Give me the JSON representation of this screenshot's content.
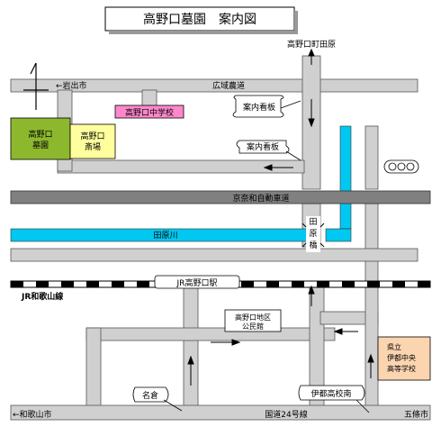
{
  "title": "高野口墓園　案内図",
  "labels": {
    "top_place": "高野口町田原",
    "iwade": "←岩出市",
    "koiki_road": "広域農道",
    "school": "高野口中学校",
    "sign1": "案内看板",
    "sign2": "案内看板",
    "cemetery_line1": "高野口",
    "cemetery_line2": "墓園",
    "crematorium_line1": "高野口",
    "crematorium_line2": "斎場",
    "expressway": "京奈和自動車道",
    "river": "田原川",
    "bridge_line1": "田",
    "bridge_line2": "原",
    "bridge_line3": "橋",
    "station": "JR高野口駅",
    "jr_line": "JR和歌山線",
    "hall_line1": "高野口地区",
    "hall_line2": "公民館",
    "highschool_line1": "県立",
    "highschool_line2": "伊都中央",
    "highschool_line3": "高等学校",
    "nagura": "名倉",
    "ito_koko_minami": "伊都高校南",
    "route24": "国道24号線",
    "wakayama": "←和歌山市",
    "gojo": "五條市"
  },
  "colors": {
    "cemetery": "#8db82e",
    "crematorium": "#ffff9e",
    "school": "#ff88cc",
    "highschool": "#fbd4b0",
    "river": "#00c8f0",
    "expressway": "#808080",
    "road": "#d0d0d0"
  }
}
